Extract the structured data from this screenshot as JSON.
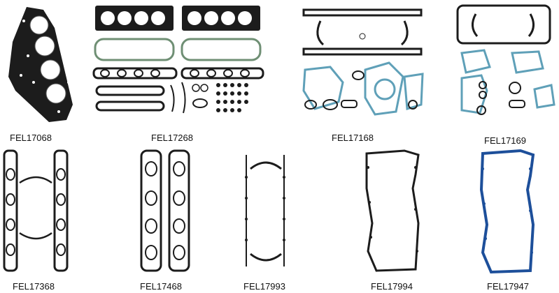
{
  "parts": [
    {
      "code": "FEL17068"
    },
    {
      "code": "FEL17268"
    },
    {
      "code": "FEL17168"
    },
    {
      "code": "FEL17169"
    },
    {
      "code": "FEL17368"
    },
    {
      "code": "FEL17468"
    },
    {
      "code": "FEL17993"
    },
    {
      "code": "FEL17994"
    },
    {
      "code": "FEL17947"
    }
  ],
  "colors": {
    "gasket_dark": "#1c1c1c",
    "gasket_green": "#6f8f74",
    "gasket_blue": "#5fa0b8",
    "gasket_navy": "#1d4f9a",
    "background": "#ffffff"
  }
}
